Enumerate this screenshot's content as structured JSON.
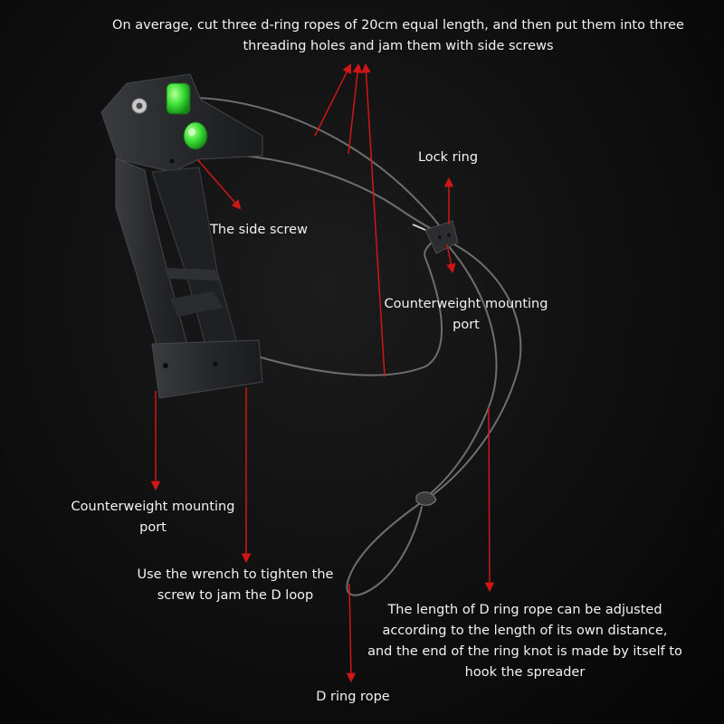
{
  "background_color": "#0d0d0d",
  "arrow_color": "#d01616",
  "rope_color": "#6e6e6e",
  "bracket_color": "#2b2d30",
  "level_color": "#3fe23a",
  "labels": {
    "top_note": {
      "line1": "On average, cut three d-ring ropes of 20cm equal length, and then put them into three",
      "line2": "threading holes and jam them with side screws"
    },
    "lock_ring": "Lock ring",
    "side_screw": "The side screw",
    "counterweight_right": {
      "line1": "Counterweight mounting",
      "line2": "port"
    },
    "counterweight_left": {
      "line1": "Counterweight mounting",
      "line2": "port"
    },
    "wrench": {
      "line1": "Use the wrench to tighten the",
      "line2": "screw to jam the D loop"
    },
    "rope_length": {
      "line1": "The length of D ring rope can be adjusted",
      "line2": "according to the length of its own distance,",
      "line3": "and the end of the ring knot is made by itself to",
      "line4": "hook the spreader"
    },
    "d_ring_rope": "D ring rope"
  }
}
